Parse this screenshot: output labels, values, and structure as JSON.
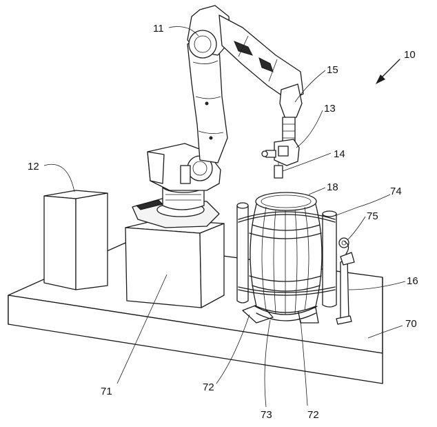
{
  "reference_numerals": {
    "system": "10",
    "robot_arm": "11",
    "control_cabinet": "12",
    "end_effector": "13",
    "camera": "14",
    "wrist": "15",
    "tool_stand": "16",
    "barrel": "18",
    "base_platform": "70",
    "robot_pedestal": "71",
    "barrel_support_left": "72",
    "barrel_support_right": "72",
    "barrel_support_center": "73",
    "barrel_frame": "74",
    "frame_ring": "75"
  }
}
